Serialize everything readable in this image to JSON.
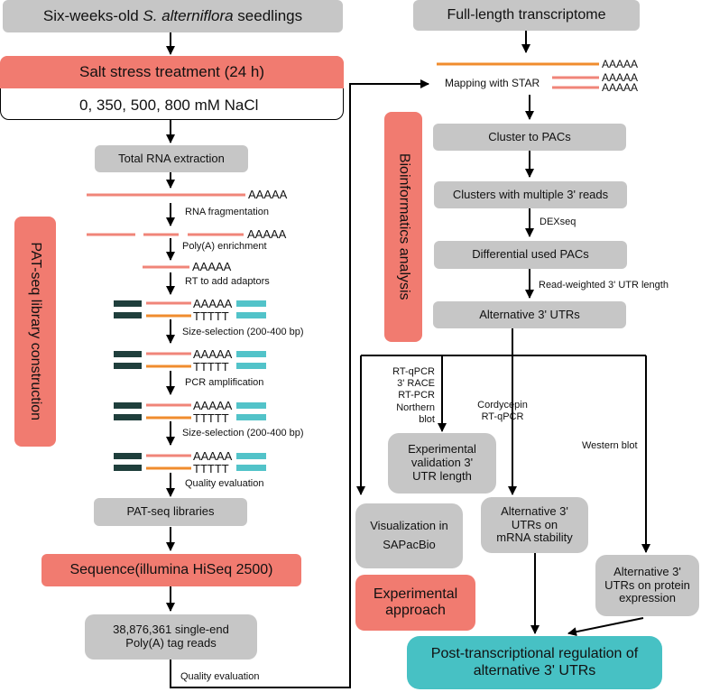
{
  "left": {
    "top_title_prefix": "Six-weeks-old ",
    "top_title_species": "S. alterniflora",
    "top_title_suffix": " seedlings",
    "salt_stress": "Salt stress treatment (24 h)",
    "nacl": "0, 350, 500, 800 mM NaCl",
    "rna_extraction": "Total RNA extraction",
    "rna_fragmentation": "RNA fragmentation",
    "polya_enrichment": "Poly(A) enrichment",
    "rt_adaptors": "RT to add adaptors",
    "size_selection_1": "Size-selection (200-400 bp)",
    "pcr": "PCR amplification",
    "size_selection_2": "Size-selection (200-400 bp)",
    "quality_eval_1": "Quality evaluation",
    "pat_libraries": "PAT-seq libraries",
    "sequence": "Sequence(illumina HiSeq 2500)",
    "reads_line1": "38,876,361 single-end",
    "reads_line2": "Poly(A) tag reads",
    "quality_eval_2": "Quality evaluation",
    "side_label": "PAT-seq library construction",
    "polya_tail": "AAAAA",
    "polyt_tail": "TTTTT"
  },
  "right": {
    "top_title": "Full-length transcriptome",
    "polya_tail": "AAAAA",
    "mapping": "Mapping with STAR",
    "cluster_pacs": "Cluster to PACs",
    "clusters_multi": "Clusters with multiple 3' reads",
    "dexseq": "DEXseq",
    "diff_pacs": "Differential used PACs",
    "read_weighted": "Read-weighted  3' UTR length",
    "alt_utrs": "Alternative 3' UTRs",
    "side_label": "Bioinformatics analysis",
    "methods_1": [
      "RT-qPCR",
      "3' RACE",
      "RT-PCR",
      "Northern blot"
    ],
    "methods_2": [
      "Cordycepin",
      "RT-qPCR"
    ],
    "methods_3": "Western blot",
    "exp_validation": [
      "Experimental",
      "validation 3'",
      "UTR  length"
    ],
    "visualization": [
      "Visualization in",
      "SAPacBio"
    ],
    "mrna_stability": [
      "Alternative 3'",
      "UTRs on",
      "mRNA stability"
    ],
    "protein_expression": [
      "Alternative 3'",
      "UTRs on protein",
      "expression"
    ],
    "experimental_approach": [
      "Experimental",
      "approach"
    ],
    "final": [
      "Post-transcriptional regulation of",
      "alternative 3' UTRs"
    ]
  },
  "colors": {
    "gray_box": "#c6c6c6",
    "red_box": "#f17b70",
    "teal_box": "#47c1c4",
    "pink_line": "#f08579",
    "orange_line": "#f08c2e",
    "dark_adaptor": "#1f3f3c",
    "cyan_adaptor": "#52c3c9"
  }
}
